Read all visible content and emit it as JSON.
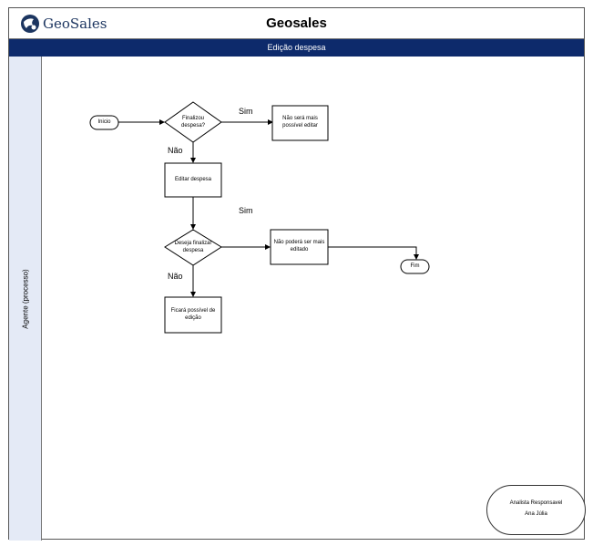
{
  "header": {
    "logo_text": "GeoSales",
    "title": "Geosales"
  },
  "band": {
    "title": "Edição despesa"
  },
  "lane": {
    "label": "Agente (processo)"
  },
  "flow": {
    "start": "Inicio",
    "decision1": "Finalizou despesa?",
    "decision1_yes": "Sim",
    "decision1_no": "Não",
    "box_no_edit": "Não será mais possível editar",
    "box_edit": "Editar despesa",
    "decision2": "Deseja finalizar despesa",
    "decision2_yes": "Sim",
    "decision2_no": "Não",
    "box_not_editable": "Não poderá ser mais editado",
    "box_editable": "Ficará possível de edição",
    "end": "Fim"
  },
  "signature": {
    "role": "Analista Responsavel",
    "name": "Ana Júlia"
  },
  "colors": {
    "band": "#0d2a6b",
    "lane": "#e4eaf6",
    "logo": "#1c3560"
  }
}
